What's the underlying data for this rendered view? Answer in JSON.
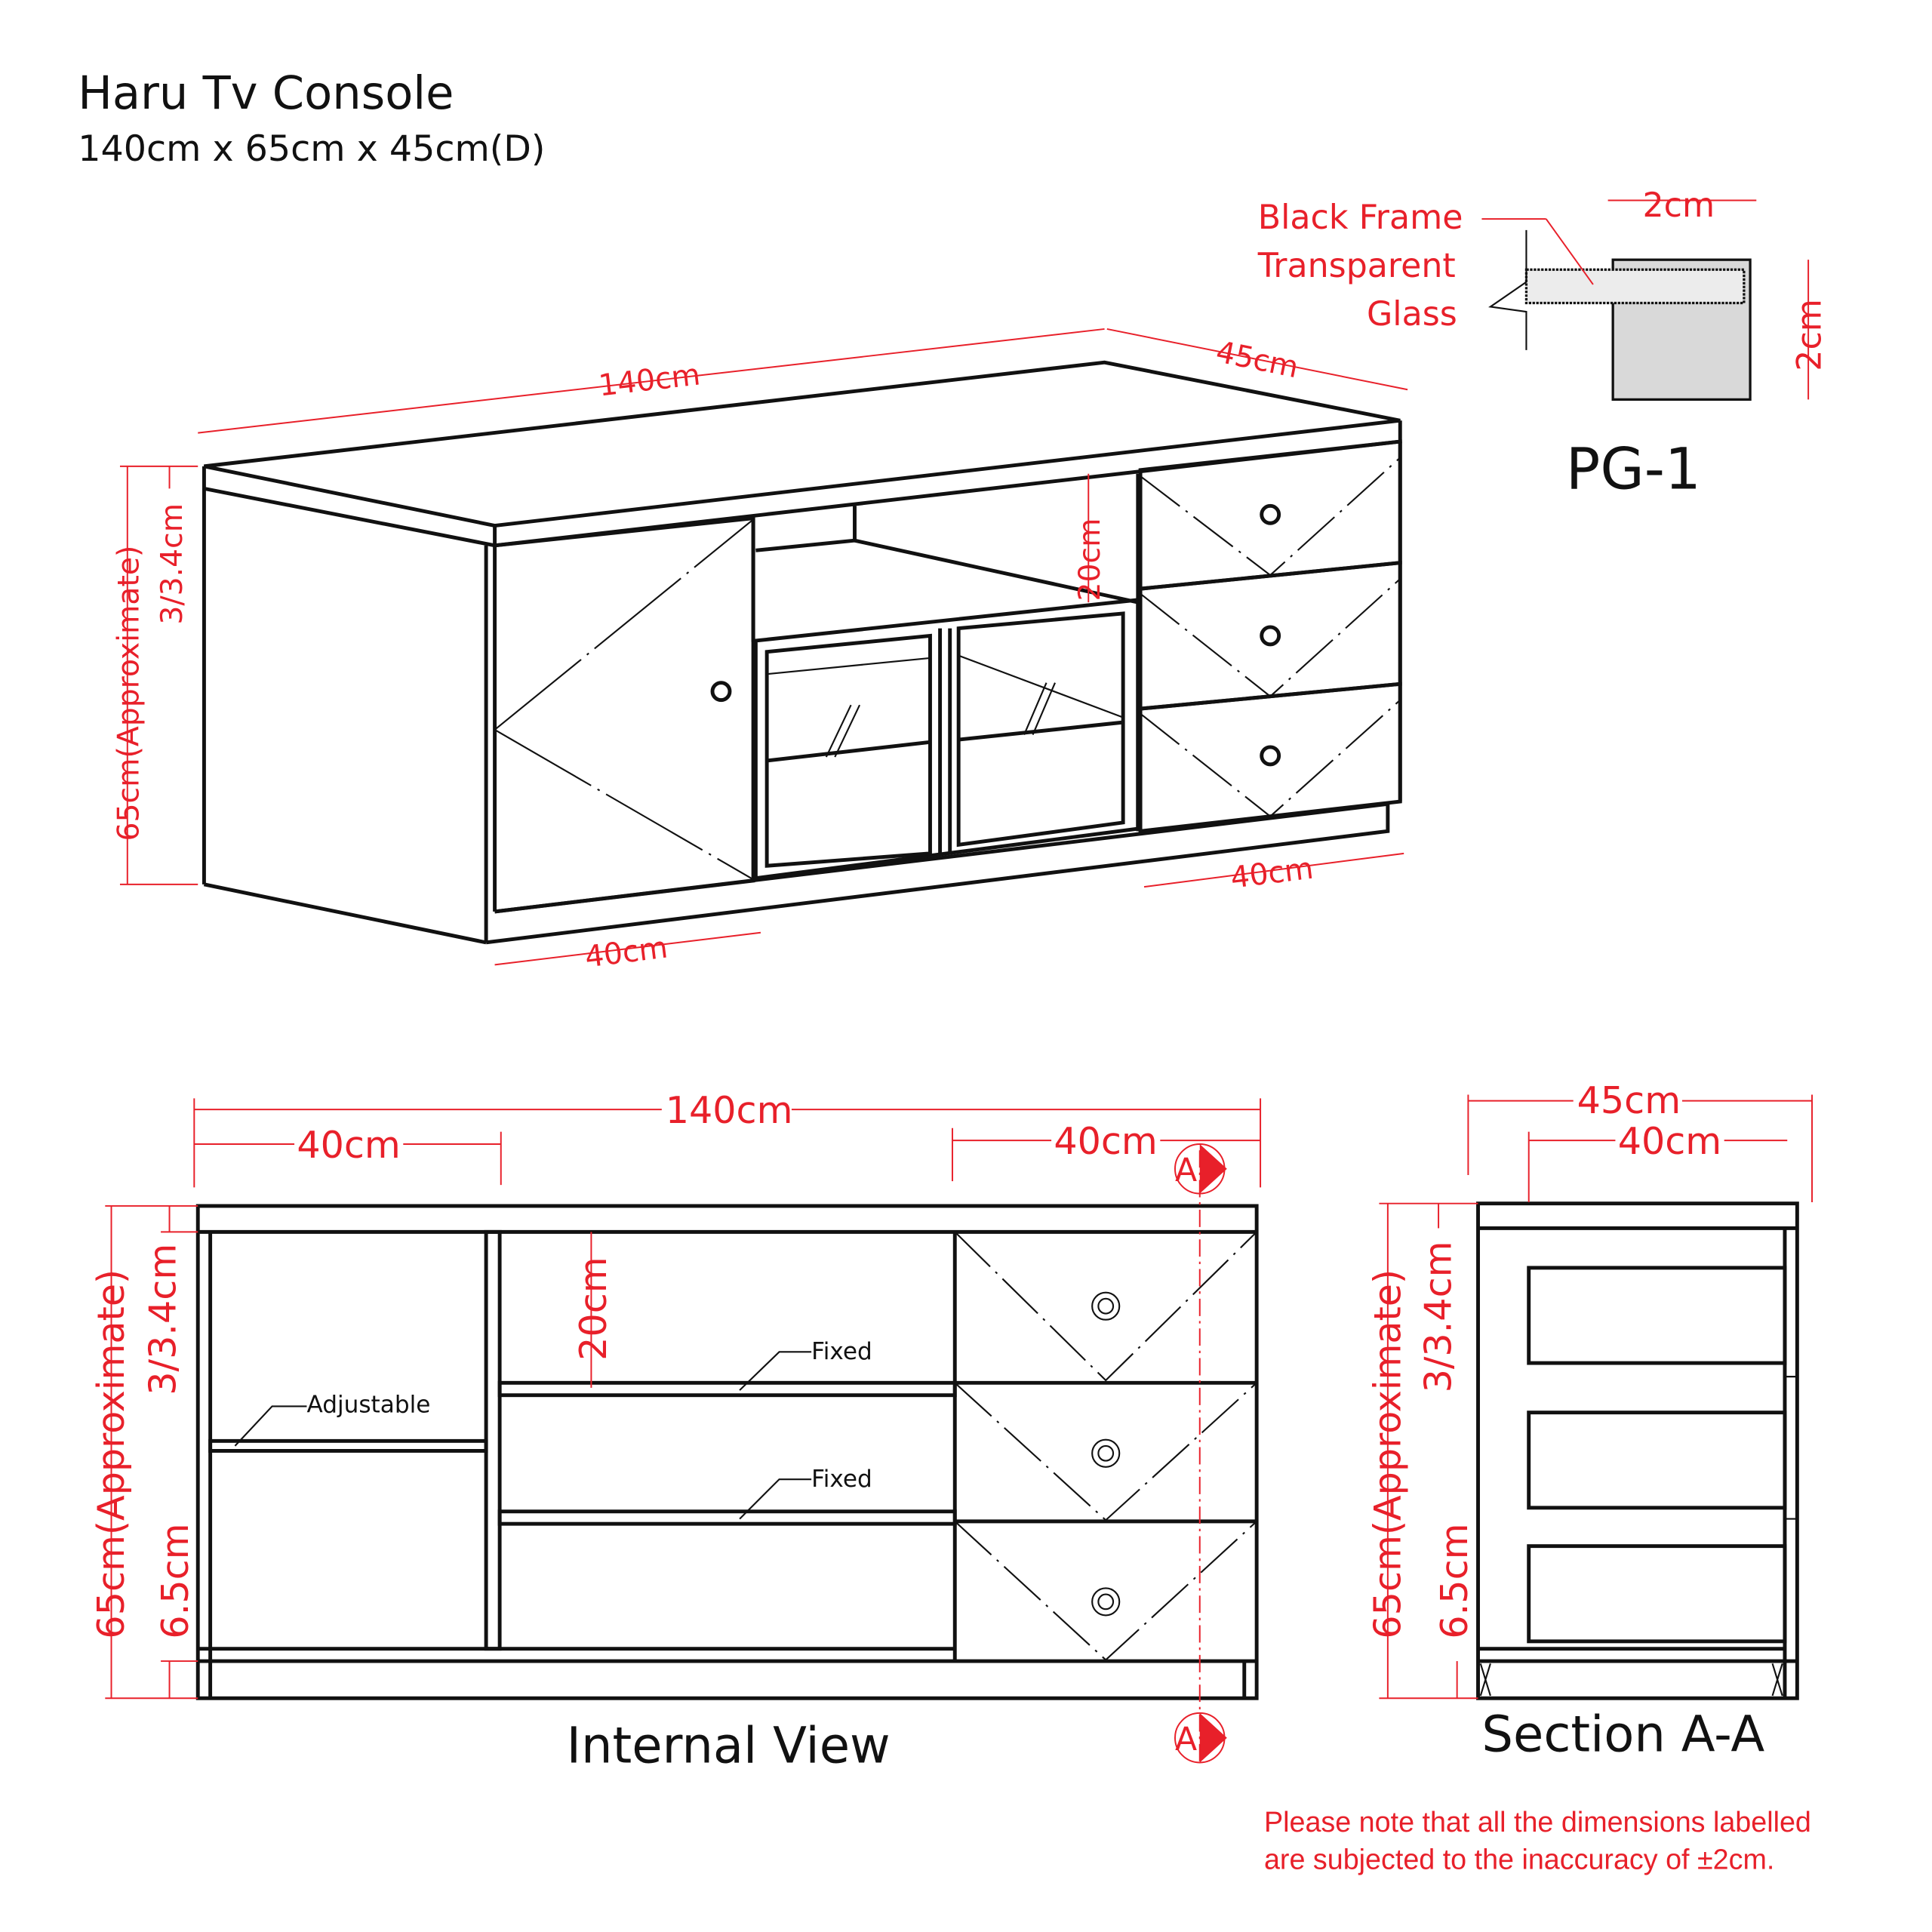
{
  "title": "Haru Tv Console",
  "subtitle": "140cm x 65cm x 45cm(D)",
  "iso_view": {
    "width": "140cm",
    "depth": "45cm",
    "height": "65cm(Approximate)",
    "top": "3/3.4cm",
    "shelf_gap": "20cm",
    "door_width": "40cm",
    "drawer_width": "40cm"
  },
  "detail": {
    "label": "PG-1",
    "callout": [
      "Black Frame",
      "Transparent",
      "Glass"
    ],
    "width": "2cm",
    "height": "2cm"
  },
  "internal_view": {
    "caption": "Internal View",
    "width": "140cm",
    "left_width": "40cm",
    "right_width": "40cm",
    "height": "65cm(Approximate)",
    "top": "3/3.4cm",
    "plinth": "6.5cm",
    "shelf_gap": "20cm",
    "labels": {
      "adjustable": "Adjustable",
      "fixed1": "Fixed",
      "fixed2": "Fixed"
    },
    "section_mark": "A"
  },
  "section_view": {
    "caption": "Section A-A",
    "depth": "45cm",
    "inner_depth": "40cm",
    "height": "65cm(Approximate)",
    "top": "3/3.4cm",
    "plinth": "6.5cm"
  },
  "note": [
    "Please note that all the dimensions labelled",
    "are subjected to the inaccuracy of ±2cm."
  ],
  "colors": {
    "dimension": "#e8202a",
    "line": "#111111"
  }
}
